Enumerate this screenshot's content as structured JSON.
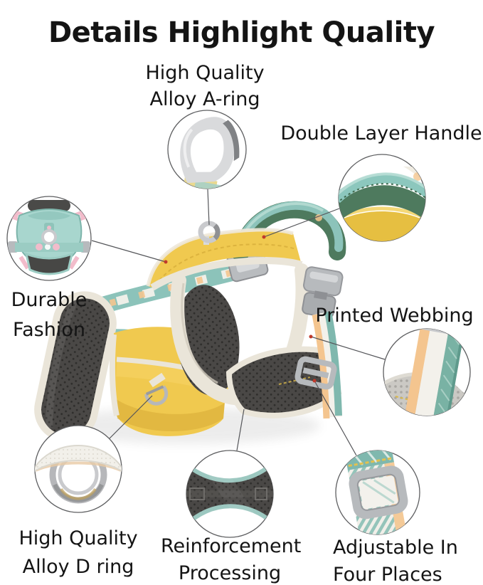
{
  "title": "Details Highlight Quality",
  "callouts": {
    "a_ring": {
      "line1": "High Quality",
      "line2": "Alloy A-ring"
    },
    "handle": {
      "line1": "Double Layer Handle"
    },
    "durable": {
      "line1": "Durable",
      "line2": "Fashion"
    },
    "webbing": {
      "line1": "Printed Webbing"
    },
    "d_ring": {
      "line1": "High Quality",
      "line2": "Alloy D ring"
    },
    "reinforcement": {
      "line1": "Reinforcement",
      "line2": "Processing"
    },
    "adjustable": {
      "line1": "Adjustable In",
      "line2": "Four Places"
    }
  },
  "colors": {
    "bg": "#ffffff",
    "ink": "#141414",
    "yellow": "#f0c94f",
    "yellow_dark": "#d9ad39",
    "teal": "#8cc3ba",
    "teal_dark": "#4e7a5e",
    "cream": "#eae5d9",
    "mesh": "#4a4846",
    "metal": "#b7babd",
    "peach": "#f4c58f",
    "pink": "#f2bccb",
    "mint": "#a8d6ce",
    "line": "#55565a",
    "dot": "#c0392b"
  }
}
